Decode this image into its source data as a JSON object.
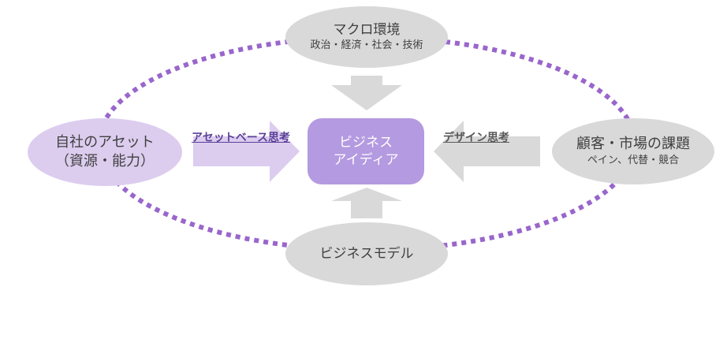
{
  "diagram": {
    "center": {
      "line1": "ビジネス",
      "line2": "アイディア"
    },
    "top": {
      "title": "マクロ環境",
      "subtitle": "政治・経済・社会・技術"
    },
    "left": {
      "title": "自社のアセット",
      "subtitle": "（資源・能力）"
    },
    "right": {
      "title": "顧客・市場の課題",
      "subtitle": "ペイン、代替・競合"
    },
    "bottom": {
      "title": "ビジネスモデル"
    },
    "left_arrow_label": "アセットベース思考",
    "right_arrow_label": "デザイン思考"
  },
  "colors": {
    "center_fill": "#b49ae0",
    "left_fill": "#dccdef",
    "gray_fill": "#d9d9d9",
    "dotted_ring": "#9966cc",
    "arrow_gray": "#d9d9d9",
    "arrow_lavender": "#dccdef"
  }
}
